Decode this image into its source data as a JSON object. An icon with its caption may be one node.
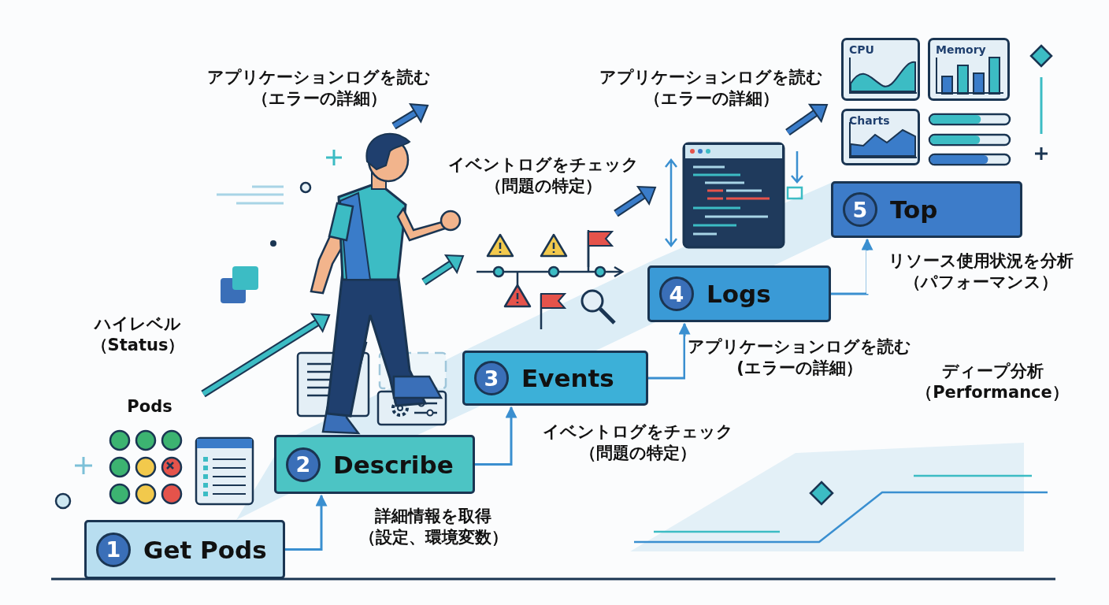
{
  "diagram": {
    "nodes": [
      {
        "text": [
          "1",
          "Get Pods"
        ]
      },
      {
        "text": [
          "2",
          "Describe"
        ]
      },
      {
        "text": [
          "3",
          "Events"
        ]
      },
      {
        "text": [
          "4",
          "Logs"
        ]
      },
      {
        "text": [
          "5",
          "Top"
        ]
      },
      {
        "text": [
          "CPU"
        ]
      },
      {
        "text": [
          "Memory"
        ]
      },
      {
        "text": [
          "Charts"
        ]
      }
    ],
    "edges": [
      {
        "from": 0,
        "to": 1,
        "arrow": "to",
        "label": "詳細情報を取得（設定、環境変数）"
      },
      {
        "from": 1,
        "to": 2,
        "arrow": "to",
        "label": "イベントログをチェック（問題の特定）"
      },
      {
        "from": 2,
        "to": 3,
        "arrow": "to",
        "label": "アプリケーションログを読む(エラーの詳細）"
      },
      {
        "from": 3,
        "to": 4,
        "arrow": "to",
        "label": "リソース使用状況を分析（パフォーマンス）"
      }
    ],
    "labels": [
      "アプリケーションログを読む（エラーの詳細）",
      "アプリケーションログを読む（エラーの詳細）",
      "イベントログをチェック（問題の特定）",
      "ハイレベル（Status）",
      "Pods",
      "ディープ分析（Performance）"
    ]
  }
}
